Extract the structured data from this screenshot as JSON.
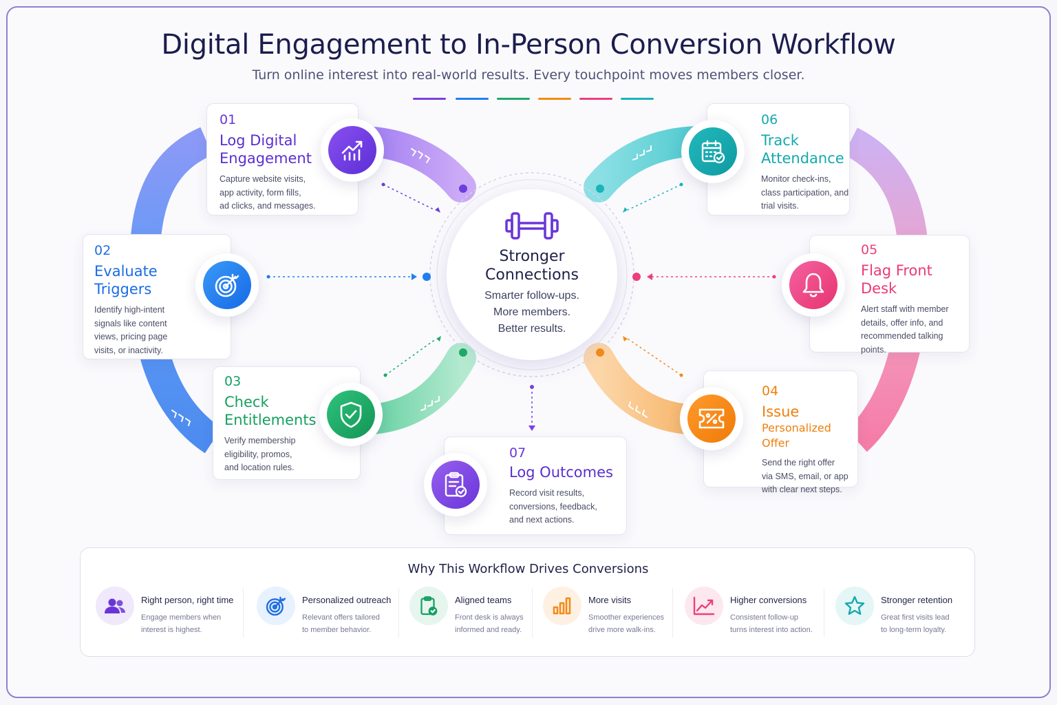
{
  "header": {
    "title": "Digital Engagement to In-Person Conversion Workflow",
    "subtitle": "Turn online interest into real-world results. Every touchpoint moves members closer."
  },
  "palette": {
    "purple": "#7b3fe4",
    "blue": "#1f7ff0",
    "green": "#1daa66",
    "orange": "#f38a17",
    "pink": "#ec3f7d",
    "teal": "#1bb3b7",
    "violet": "#8b4de8"
  },
  "center": {
    "icon": "dumbbell-icon",
    "title_line1": "Stronger",
    "title_line2": "Connections",
    "line1": "Smarter follow-ups.",
    "line2": "More members.",
    "line3": "Better results."
  },
  "steps": [
    {
      "num": "01",
      "name1": "Log Digital",
      "name2": "Engagement",
      "icon": "chart-up-icon",
      "desc": [
        "Capture website visits,",
        "app activity, form fills,",
        "ad clicks, and messages."
      ]
    },
    {
      "num": "02",
      "name1": "Evaluate",
      "name2": "Triggers",
      "icon": "target-icon",
      "desc": [
        "Identify high-intent",
        "signals like content",
        "views, pricing page",
        "visits, or inactivity."
      ]
    },
    {
      "num": "03",
      "name1": "Check",
      "name2": "Entitlements",
      "icon": "shield-check-icon",
      "desc": [
        "Verify membership",
        "eligibility, promos,",
        "and location rules."
      ]
    },
    {
      "num": "04",
      "name1": "Issue",
      "name2": "Personalized Offer",
      "icon": "ticket-percent-icon",
      "desc": [
        "Send the right offer",
        "via SMS, email, or app",
        "with clear next steps."
      ]
    },
    {
      "num": "05",
      "name1": "Flag Front Desk",
      "name2": "",
      "icon": "bell-icon",
      "desc": [
        "Alert staff with member",
        "details, offer info, and",
        "recommended talking",
        "points."
      ]
    },
    {
      "num": "06",
      "name1": "Track",
      "name2": "Attendance",
      "icon": "calendar-check-icon",
      "desc": [
        "Monitor check-ins,",
        "class participation, and",
        "trial visits."
      ]
    },
    {
      "num": "07",
      "name1": "Log Outcomes",
      "name2": "",
      "icon": "clipboard-check-icon",
      "desc": [
        "Record visit results,",
        "conversions, feedback,",
        "and next actions."
      ]
    }
  ],
  "why": {
    "title": "Why This Workflow Drives Conversions",
    "items": [
      {
        "title": "Right person, right time",
        "desc1": "Engage members when",
        "desc2": "interest is highest.",
        "icon": "users-icon"
      },
      {
        "title": "Personalized outreach",
        "desc1": "Relevant offers tailored",
        "desc2": "to member behavior.",
        "icon": "target-icon"
      },
      {
        "title": "Aligned teams",
        "desc1": "Front desk is always",
        "desc2": "informed and ready.",
        "icon": "clipboard-check-icon"
      },
      {
        "title": "More visits",
        "desc1": "Smoother experiences",
        "desc2": "drive more walk-ins.",
        "icon": "bar-chart-icon"
      },
      {
        "title": "Higher conversions",
        "desc1": "Consistent follow-up",
        "desc2": "turns interest into action.",
        "icon": "trend-up-icon"
      },
      {
        "title": "Stronger retention",
        "desc1": "Great first visits lead",
        "desc2": "to long-term loyalty.",
        "icon": "star-icon"
      }
    ]
  }
}
